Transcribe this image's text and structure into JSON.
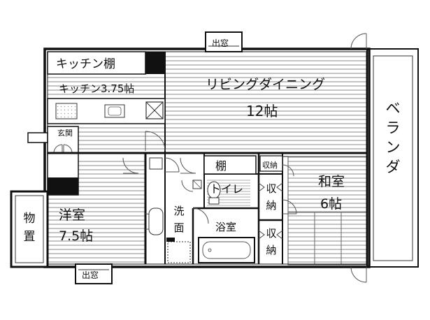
{
  "labels": {
    "kitchen_shelf": "キッチン棚",
    "kitchen": "キッチン3.75帖",
    "ldk_name": "リビングダイニング",
    "ldk_size": "12帖",
    "veranda": "ベランダ",
    "entrance": "玄関",
    "storage_room": "物置",
    "western_name": "洋室",
    "western_size": "7.5帖",
    "washroom": "洗面",
    "bathroom": "浴室",
    "toilet": "トイレ",
    "shelf": "棚",
    "closet_small": "収納",
    "closet_upper": "収納",
    "closet_lower": "収納",
    "japanese_name": "和室",
    "japanese_size": "6帖",
    "window_top": "出窓",
    "window_bottom": "出窓"
  },
  "colors": {
    "wall": "#111111",
    "line": "#333333",
    "hatch": "#8a8a8a",
    "background": "#ffffff"
  }
}
